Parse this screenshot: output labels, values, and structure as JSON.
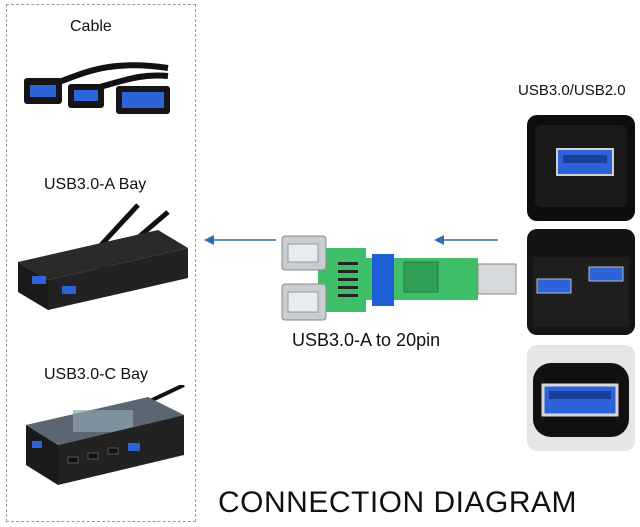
{
  "left_panel": {
    "cable_label": "Cable",
    "a_bay_label": "USB3.0-A Bay",
    "c_bay_label": "USB3.0-C Bay"
  },
  "center": {
    "adapter_label": "USB3.0-A to 20pin"
  },
  "right_panel": {
    "label": "USB3.0/USB2.0"
  },
  "footer": {
    "title": "CONNECTION DIAGRAM"
  },
  "colors": {
    "arrow": "#2f6fb0",
    "pcb_green": "#3fbf68",
    "connector_blue": "#1f5fd6",
    "usb_blue": "#2d63d8"
  }
}
